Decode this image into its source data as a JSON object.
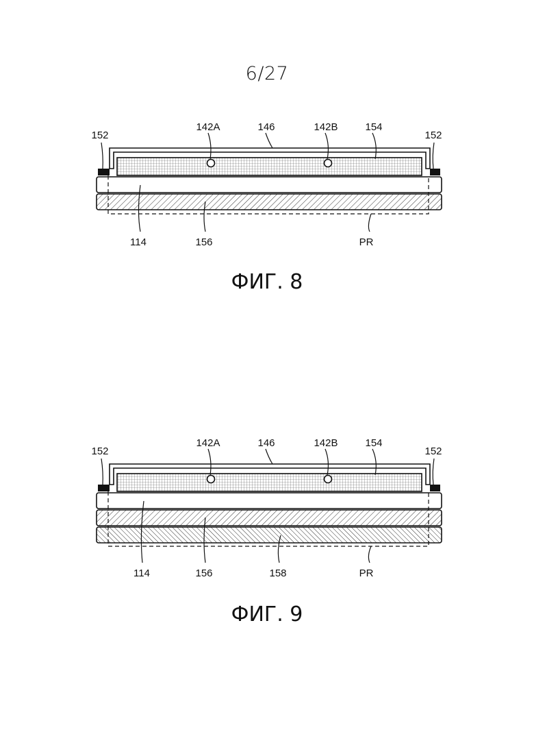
{
  "page": {
    "number": "6/27"
  },
  "figures": [
    {
      "caption": "ФИГ. 8",
      "labels": {
        "seal_left": "152",
        "seal_right": "152",
        "point_a": "142A",
        "cover": "146",
        "point_b": "142B",
        "mesh": "154",
        "substrate": "114",
        "layer_a": "156",
        "region": "PR"
      }
    },
    {
      "caption": "ФИГ. 9",
      "labels": {
        "seal_left": "152",
        "seal_right": "152",
        "point_a": "142A",
        "cover": "146",
        "point_b": "142B",
        "mesh": "154",
        "substrate": "114",
        "layer_a": "156",
        "layer_b": "158",
        "region": "PR"
      }
    }
  ]
}
